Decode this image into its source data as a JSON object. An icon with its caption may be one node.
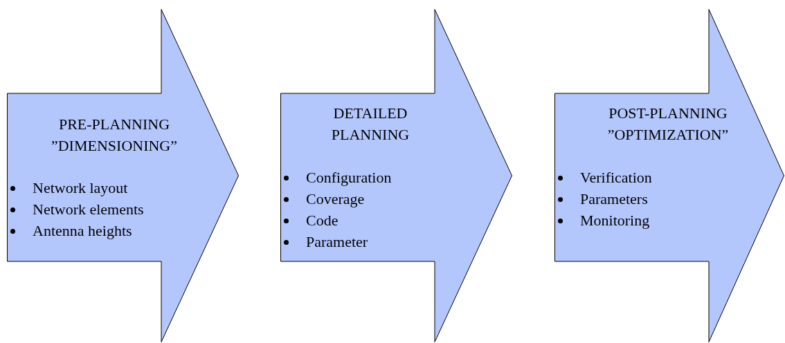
{
  "diagram": {
    "nodes": [
      {
        "text": [
          "PRE-PLANNING ”DIMENSIONING”",
          "Network layout",
          "Network elements",
          "Antenna heights"
        ]
      },
      {
        "text": [
          "DETAILED PLANNING",
          "Configuration",
          "Coverage",
          "Code",
          "Parameter"
        ]
      },
      {
        "text": [
          "POST-PLANNING ”OPTIMIZATION”",
          "Verification",
          "Parameters",
          "Monitoring"
        ]
      }
    ]
  }
}
